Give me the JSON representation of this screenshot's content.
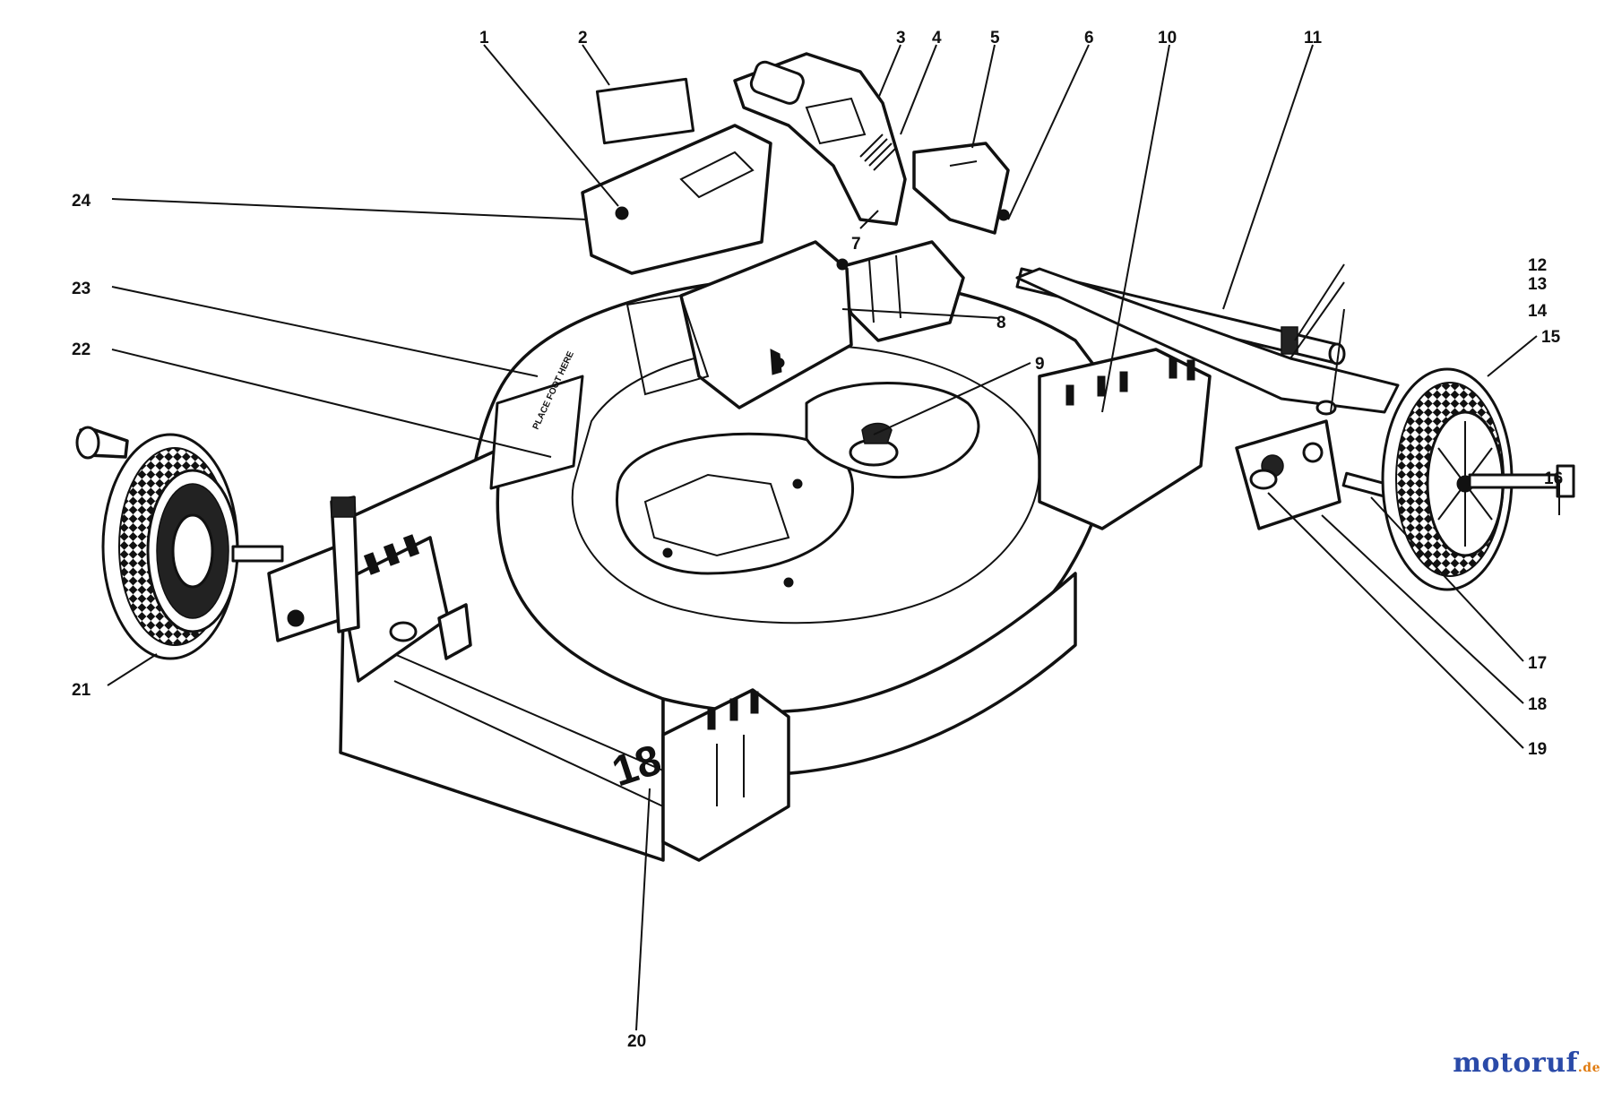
{
  "callouts": [
    "1",
    "2",
    "3",
    "4",
    "5",
    "6",
    "7",
    "8",
    "9",
    "10",
    "11",
    "12",
    "13",
    "14",
    "15",
    "16",
    "17",
    "18",
    "19",
    "20",
    "21",
    "22",
    "23",
    "24"
  ],
  "deck_size": "18",
  "watermark": {
    "main": "motoruf",
    "suffix": ".de",
    "main_color": "#2a4aa8",
    "suffix_color": "#e07b10"
  }
}
